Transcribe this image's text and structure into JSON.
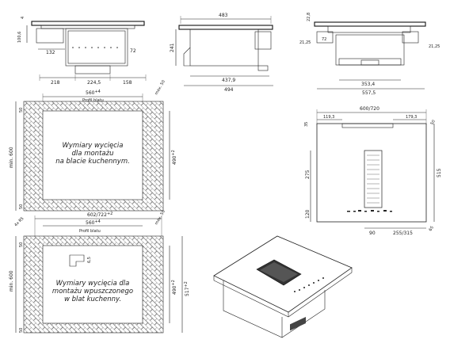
{
  "views": {
    "front": {
      "left_dims": [
        "100,6",
        "4"
      ],
      "dims": [
        "132",
        "72",
        "218",
        "224,5",
        "158"
      ]
    },
    "side": {
      "dims": [
        "483",
        "241",
        "437,9",
        "494"
      ]
    },
    "right": {
      "dims": [
        "22,8",
        "21,25",
        "72",
        "21,25",
        "353,4",
        "557,5"
      ]
    },
    "cutout_top": {
      "width": "560",
      "width_tol": "+4",
      "sub_label": "Profil blatu",
      "max_label": "max. 50",
      "height": "490",
      "height_tol": "+2",
      "min_label": "min. 600",
      "edge_top": "50",
      "edge_bottom": "50",
      "note_lines": [
        "Wymiary wycięcia",
        "dla montażu",
        "na blacie kuchennym."
      ]
    },
    "cutout_flush": {
      "outer_width": "602/722",
      "outer_tol": "+2",
      "width": "560",
      "width_tol": "+4",
      "sub_label": "Profil blatu",
      "max_label": "max. 50",
      "corner_label": "4x R5",
      "depth_label": "6,5",
      "height": "490",
      "height_tol": "+2",
      "height2": "517",
      "height2_tol": "+2",
      "min_label": "min. 600",
      "edge_top": "50",
      "edge_bottom": "50",
      "note_lines": [
        "Wymiary wycięcia dla",
        "montażu wpuszczonego",
        "w blat kuchenny."
      ]
    },
    "plan": {
      "width": "600/720",
      "left": "119,3",
      "right": "179,3",
      "left_dim": "35",
      "right_dim": "50",
      "h1": "275",
      "h2": "515",
      "h3": "120",
      "bottom1": "90",
      "bottom2": "255/315",
      "bottom3": "65"
    }
  }
}
